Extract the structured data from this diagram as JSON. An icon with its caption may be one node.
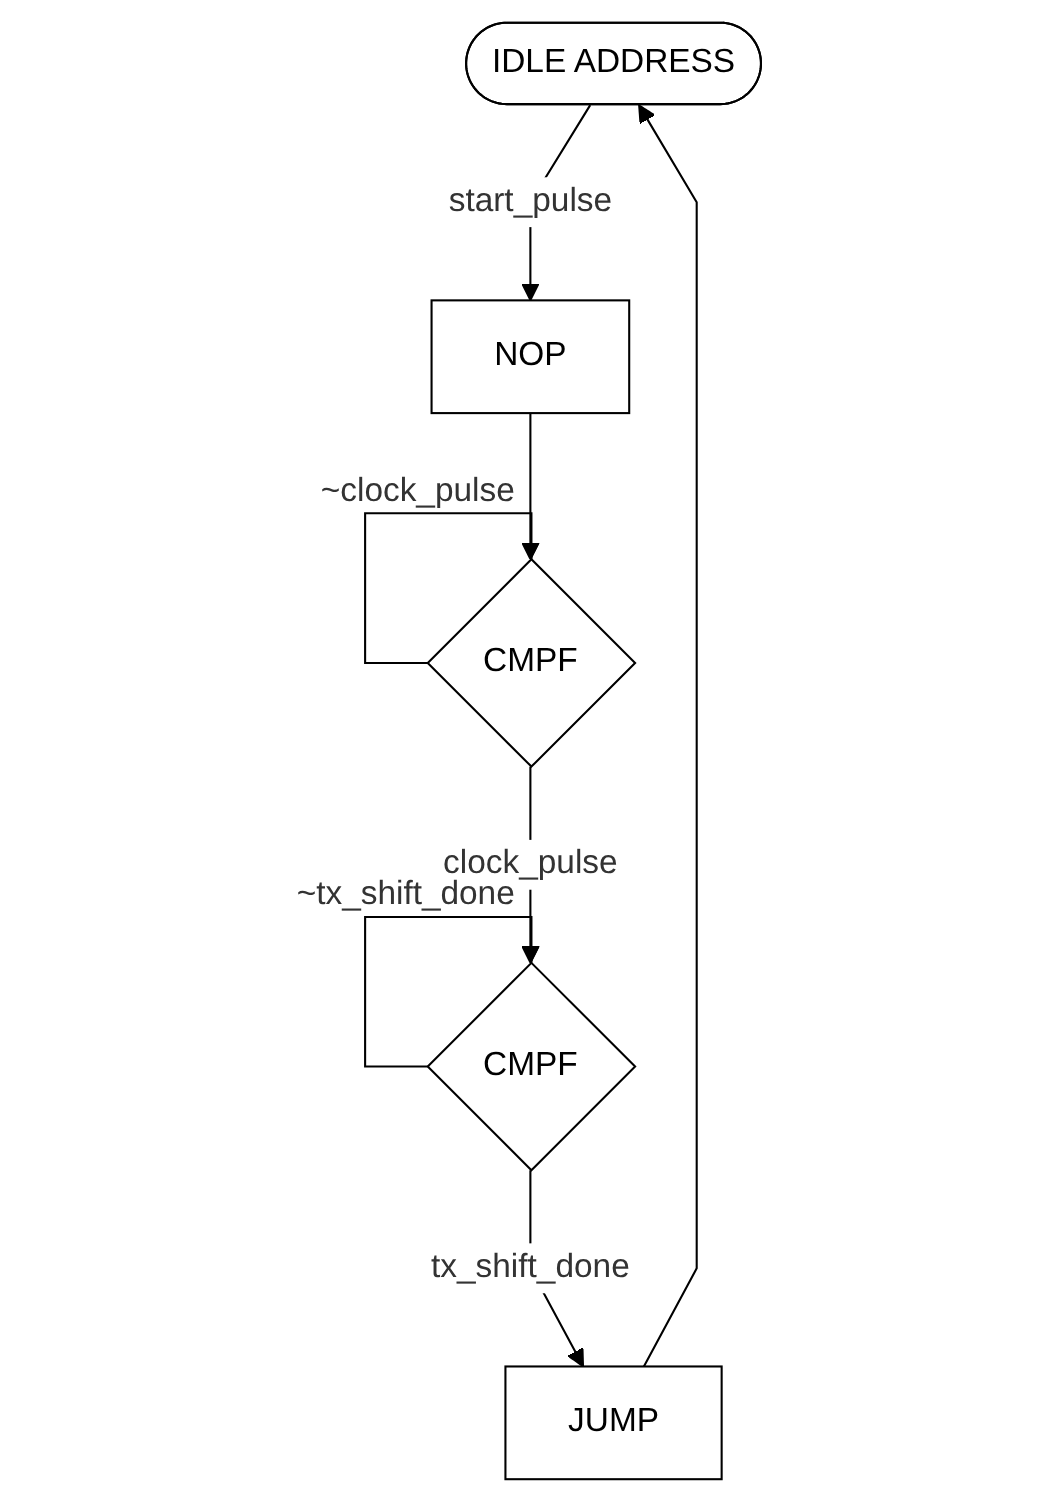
{
  "diagram": {
    "nodes": [
      {
        "text": [
          "IDLE ADDRESS"
        ]
      },
      {
        "text": [
          "NOP"
        ]
      },
      {
        "text": [
          "CMPF"
        ]
      },
      {
        "text": [
          "CMPF"
        ]
      },
      {
        "text": [
          "JUMP"
        ]
      }
    ],
    "edges": [
      {
        "from": 0,
        "to": 1,
        "arrow": "to",
        "label": "start_pulse"
      },
      {
        "from": 1,
        "to": 2,
        "arrow": "to"
      },
      {
        "from": 2,
        "to": 2,
        "arrow": "to",
        "label": "~clock_pulse"
      },
      {
        "from": 2,
        "to": 3,
        "arrow": "to",
        "label": "clock_pulse"
      },
      {
        "from": 3,
        "to": 3,
        "arrow": "to",
        "label": "~tx_shift_done"
      },
      {
        "from": 3,
        "to": 4,
        "arrow": "to",
        "label": "tx_shift_done"
      },
      {
        "from": 4,
        "to": 0,
        "arrow": "to"
      }
    ]
  }
}
